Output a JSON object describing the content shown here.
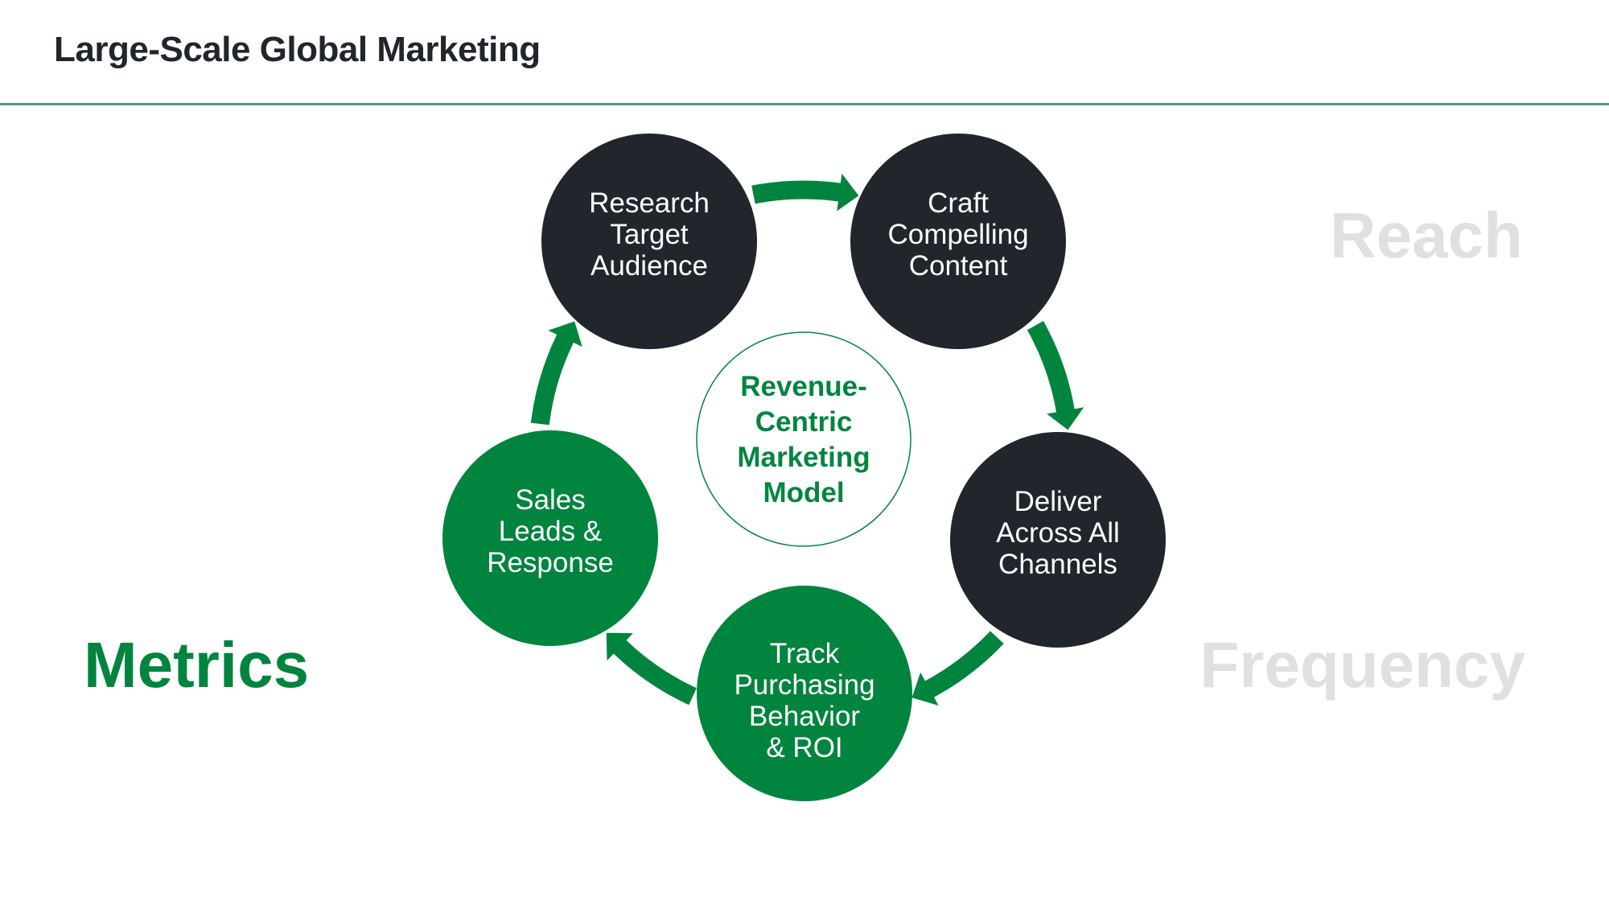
{
  "slide": {
    "title": "Large-Scale Global Marketing"
  },
  "colors": {
    "dark_node": "#21262c",
    "green_node": "#00843e",
    "arrow": "#00843e",
    "rule": "#4aa374",
    "faded_label": "#e0e0e0"
  },
  "cycle": {
    "center_label": [
      "Revenue-",
      "Centric",
      "Marketing",
      "Model"
    ],
    "nodes": [
      {
        "id": "research",
        "lines": [
          "Research",
          "Target",
          "Audience"
        ],
        "style": "dark"
      },
      {
        "id": "craft",
        "lines": [
          "Craft",
          "Compelling",
          "Content"
        ],
        "style": "dark"
      },
      {
        "id": "deliver",
        "lines": [
          "Deliver",
          "Across All",
          "Channels"
        ],
        "style": "dark"
      },
      {
        "id": "track",
        "lines": [
          "Track",
          "Purchasing",
          "Behavior",
          "& ROI"
        ],
        "style": "green"
      },
      {
        "id": "sales",
        "lines": [
          "Sales",
          "Leads &",
          "Response"
        ],
        "style": "green"
      }
    ],
    "flow": [
      {
        "from": "research",
        "to": "craft"
      },
      {
        "from": "craft",
        "to": "deliver"
      },
      {
        "from": "deliver",
        "to": "track"
      },
      {
        "from": "track",
        "to": "sales"
      },
      {
        "from": "sales",
        "to": "research"
      }
    ]
  },
  "labels": {
    "reach": "Reach",
    "frequency": "Frequency",
    "metrics": "Metrics"
  }
}
